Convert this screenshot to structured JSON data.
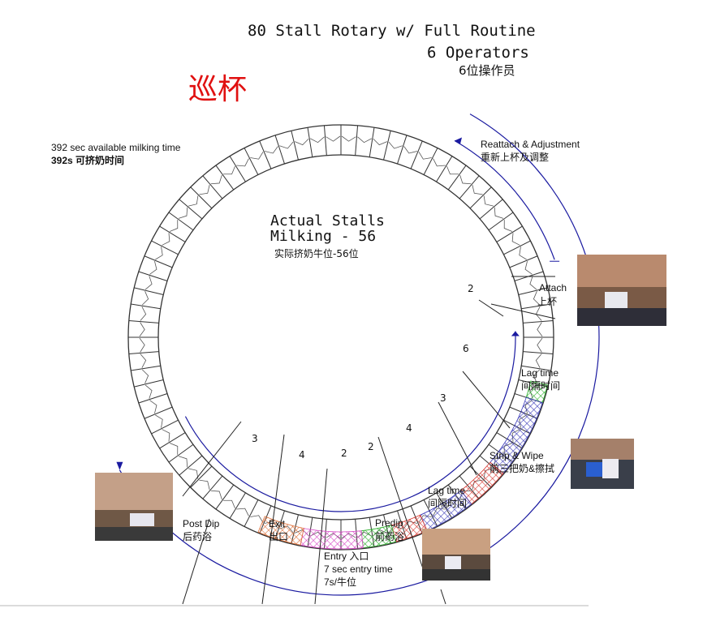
{
  "title": {
    "line1": "80 Stall Rotary w/ Full Routine",
    "line2": "6 Operators",
    "line3": "6位操作员"
  },
  "red_label": "巡杯",
  "center": {
    "line1": "Actual Stalls",
    "line2": "Milking - 56",
    "line3": "实际挤奶牛位-56位"
  },
  "labels": {
    "available_en": "392 sec available milking time",
    "available_cn": "392s 可挤奶时间",
    "reattach_en": "Reattach & Adjustment",
    "reattach_cn": "重新上杯及调整",
    "attach_en": "Attach",
    "attach_cn": "上杯",
    "lag1_en": "Lag time",
    "lag1_cn": "间隔时间",
    "strip_en": "Strip & Wipe",
    "strip_cn": "前三把奶&擦拭",
    "lag2_en": "Lag time",
    "lag2_cn": "间隔时间",
    "predip_en": "Predip",
    "predip_cn": "前药浴",
    "entry_en": "Entry 入口",
    "entry_time": "7 sec entry time",
    "entry_cn": "7s/牛位",
    "exit_en": "Exit",
    "exit_cn": "出口",
    "postdip_en": "Post Dip",
    "postdip_cn": "后药浴"
  },
  "segment_counts": [
    "2",
    "6",
    "3",
    "4",
    "2",
    "2",
    "4",
    "3"
  ],
  "colors": {
    "ring": "#333333",
    "arrow_blue": "#1a1aa0",
    "title_red": "#e01010",
    "green": "#2db02d",
    "blue": "#3a3ab8",
    "red": "#d8342c",
    "pink": "#d850c8",
    "orange": "#e07038"
  },
  "diagram_data": {
    "stalls": 80,
    "actual_stalls_milking": 56,
    "operators": 6,
    "available_milking_time_s": 392,
    "entry_time_s": 7
  }
}
